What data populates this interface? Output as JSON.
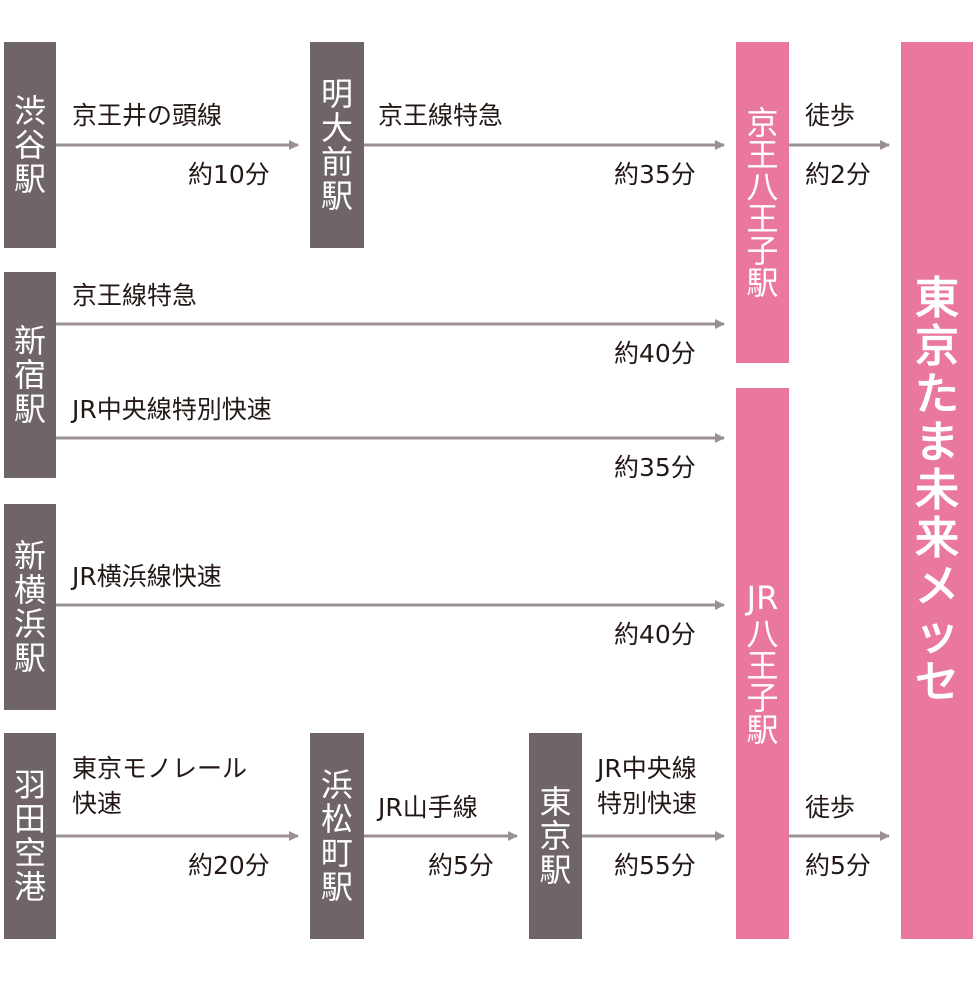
{
  "stations": {
    "shibuya": "渋谷駅",
    "meidaimae": "明大前駅",
    "shinjuku": "新宿駅",
    "shinyokohama": "新横浜駅",
    "haneda": "羽田空港",
    "hamamatsucho": "浜松町駅",
    "tokyo": "東京駅",
    "keio_hachioji": "京王八王子駅",
    "jr_hachioji_a": "JR",
    "jr_hachioji_b": "八王子駅",
    "destination": "東京たま未来メッセ"
  },
  "routes": {
    "shibuya_meidaimae": {
      "line": "京王井の頭線",
      "time": "約10分"
    },
    "meidaimae_keio": {
      "line": "京王線特急",
      "time": "約35分"
    },
    "keio_walk": {
      "line": "徒歩",
      "time": "約2分"
    },
    "shinjuku_keio": {
      "line": "京王線特急",
      "time": "約40分"
    },
    "shinjuku_jr": {
      "line": "JR中央線特別快速",
      "time": "約35分"
    },
    "shinyokohama_jr": {
      "line": "JR横浜線快速",
      "time": "約40分"
    },
    "haneda_hamamatsucho": {
      "line1": "東京モノレール",
      "line2": "快速",
      "time": "約20分"
    },
    "hamamatsucho_tokyo": {
      "line": "JR山手線",
      "time": "約5分"
    },
    "tokyo_jr": {
      "line1": "JR中央線",
      "line2": "特別快速",
      "time": "約55分"
    },
    "jr_walk": {
      "line": "徒歩",
      "time": "約5分"
    }
  },
  "colors": {
    "station_box": "#6f6567",
    "hub_box": "#e9779f",
    "arrow": "#9a9092",
    "text": "#231815"
  }
}
